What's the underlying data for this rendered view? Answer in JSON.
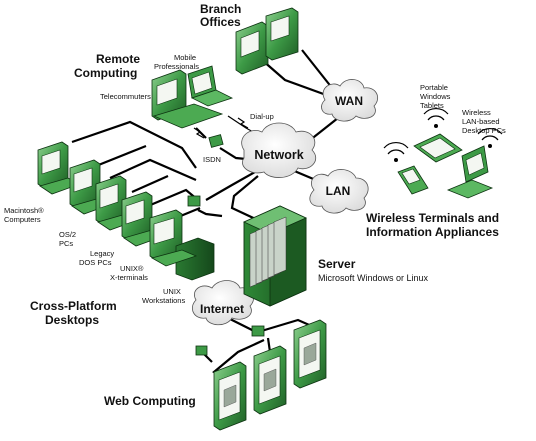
{
  "labels": {
    "branch_offices": [
      "Branch",
      "Offices"
    ],
    "remote_computing": [
      "Remote",
      "Computing"
    ],
    "mobile_professionals": [
      "Mobile",
      "Professionals"
    ],
    "telecommuters": "Telecommuters",
    "dial_up": "Dial-up",
    "isdn": "ISDN",
    "macintosh_computers": [
      "Macintosh®",
      "Computers"
    ],
    "os2_pcs": [
      "OS/2",
      "PCs"
    ],
    "legacy_dos_pcs": [
      "Legacy",
      "DOS PCs"
    ],
    "unix_xterminals": [
      "UNIX®",
      "X-terminals"
    ],
    "unix_workstations": [
      "UNIX",
      "Workstations"
    ],
    "cross_platform_desktops": [
      "Cross-Platform",
      "Desktops"
    ],
    "portable_windows_tablets": [
      "Portable",
      "Windows",
      "Tablets"
    ],
    "wireless_lan_desktops": [
      "Wireless",
      "LAN-based",
      "Desktop PCs"
    ],
    "wireless_terminals": [
      "Wireless Terminals and",
      "Information Appliances"
    ],
    "server": "Server",
    "server_os": "Microsoft Windows or Linux",
    "web_computing": "Web Computing"
  },
  "clouds": {
    "wan": "WAN",
    "network": "Network",
    "lan": "LAN",
    "internet": "Internet"
  },
  "colors": {
    "device_green": "#3d9a46",
    "device_green_light": "#7cc67f",
    "device_green_dark": "#1f5e26",
    "screen_white": "#f4f7f2",
    "cloud_fill": "#f3f3f3",
    "wire": "#000000"
  }
}
